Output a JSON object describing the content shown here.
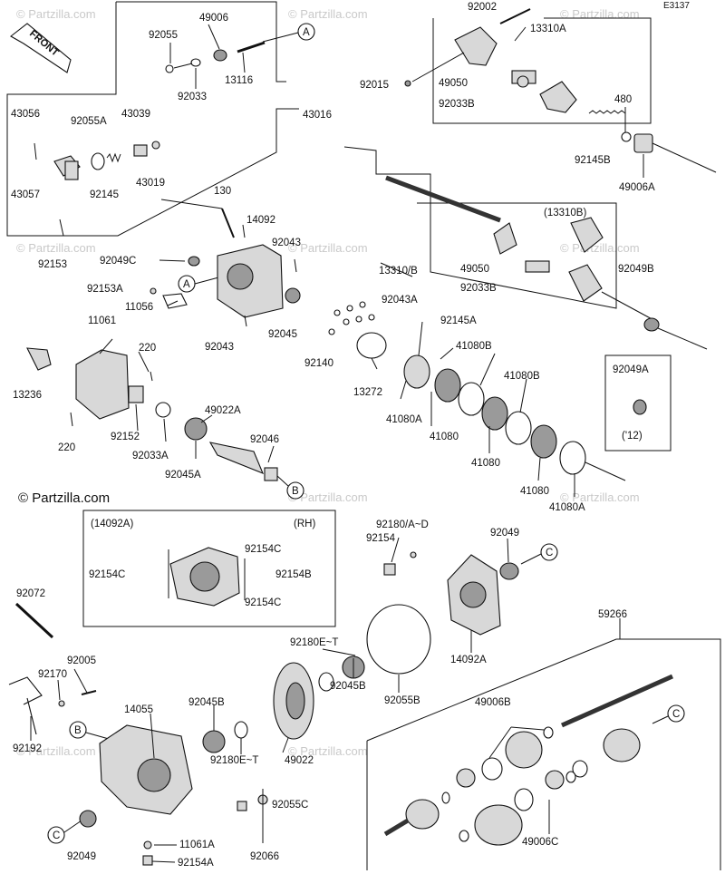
{
  "header": {
    "code": "E3137",
    "watermark_main": "© Partzilla.com",
    "watermark": "© Partzilla.com"
  },
  "front_label": "FRONT",
  "callouts": {
    "a": "A",
    "b": "B",
    "c": "C"
  },
  "parts": {
    "p92002": "92002",
    "p49006": "49006",
    "p13310A": "13310A",
    "p92055": "92055",
    "p13116": "13116",
    "p92033": "92033",
    "p92015": "92015",
    "p49050a": "49050",
    "p92033Ba": "92033B",
    "p480": "480",
    "p43016": "43016",
    "p43056": "43056",
    "p92055A": "92055A",
    "p43039": "43039",
    "p43057": "43057",
    "p92145": "92145",
    "p43019": "43019",
    "p92145B": "92145B",
    "p49006A": "49006A",
    "p130": "130",
    "p14092": "14092",
    "p13310B": "(13310B)",
    "p92043a": "92043",
    "p92049C": "92049C",
    "p92153": "92153",
    "p13310_B": "13310/B",
    "p49050b": "49050",
    "p92049B": "92049B",
    "p92153A": "92153A",
    "p11056": "11056",
    "p92033Bb": "92033B",
    "p11061": "11061",
    "p92043A": "92043A",
    "p92145A": "92145A",
    "p92045": "92045",
    "p220a": "220",
    "p92043b": "92043",
    "p92140": "92140",
    "p41080Ba": "41080B",
    "p41080Bb": "41080B",
    "p13236": "13236",
    "p13272": "13272",
    "p92049A": "92049A",
    "p49022A": "49022A",
    "p92152": "92152",
    "p41080Aa": "41080A",
    "p41080a": "41080",
    "p12": "('12)",
    "p92046": "92046",
    "p220b": "220",
    "p92033A": "92033A",
    "p41080b": "41080",
    "p92045A": "92045A",
    "p41080c": "41080",
    "p41080Ab": "41080A",
    "p14092A_box": "(14092A)",
    "rh": "(RH)",
    "p92180AD": "92180/A~D",
    "p92049a": "92049",
    "p92154": "92154",
    "p92154C_1": "92154C",
    "p92154C_2": "92154C",
    "p92154B": "92154B",
    "p92154C_3": "92154C",
    "p92072": "92072",
    "p59266": "59266",
    "p92180ET_a": "92180E~T",
    "p14092A": "14092A",
    "p92005": "92005",
    "p92170": "92170",
    "p92045Ba": "92045B",
    "p92045Bb": "92045B",
    "p92055B": "92055B",
    "p49006B": "49006B",
    "p14055": "14055",
    "p92192": "92192",
    "p92180ET_b": "92180E~T",
    "p49022": "49022",
    "p92055C": "92055C",
    "p11061A": "11061A",
    "p92049b": "92049",
    "p92066": "92066",
    "p92154A": "92154A",
    "p49006C": "49006C"
  }
}
